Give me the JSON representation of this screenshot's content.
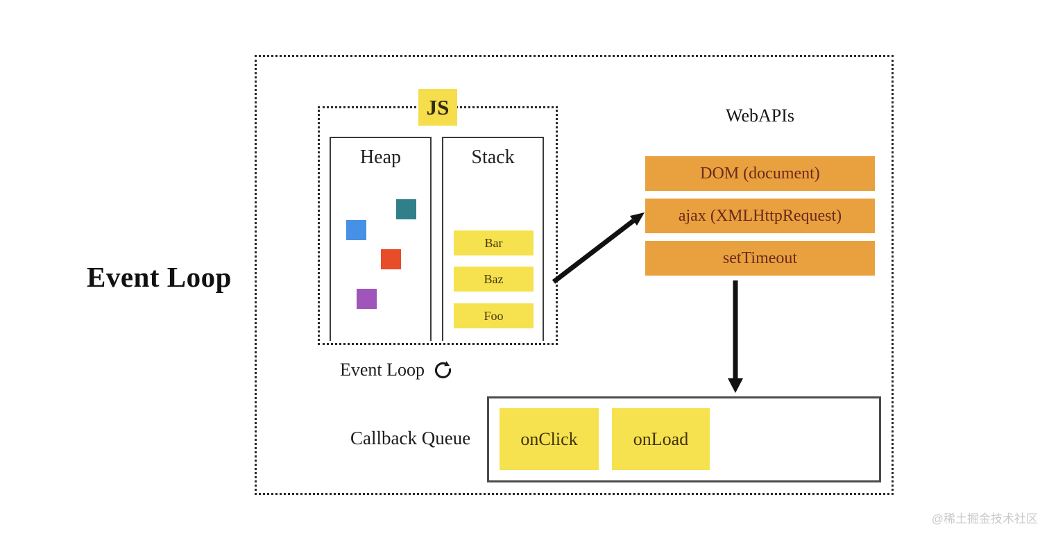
{
  "page": {
    "title": "Event Loop",
    "watermark": "@稀土掘金技术社区"
  },
  "js_runtime": {
    "badge": "JS",
    "heap": {
      "label": "Heap",
      "squares": [
        {
          "name": "teal-square",
          "color": "#317f89"
        },
        {
          "name": "blue-square",
          "color": "#4691e6"
        },
        {
          "name": "red-square",
          "color": "#e64d28"
        },
        {
          "name": "purple-square",
          "color": "#a055ba"
        }
      ]
    },
    "stack": {
      "label": "Stack",
      "frames": [
        "Bar",
        "Baz",
        "Foo"
      ]
    }
  },
  "event_loop_caption": {
    "label": "Event Loop",
    "icon": "clockwise-loop-icon"
  },
  "webapis": {
    "title": "WebAPIs",
    "items": [
      "DOM (document)",
      "ajax (XMLHttpRequest)",
      "setTimeout"
    ]
  },
  "callback_queue": {
    "label": "Callback Queue",
    "items": [
      "onClick",
      "onLoad"
    ]
  },
  "colors": {
    "box_yellow": "#f6e14e",
    "badge_yellow": "#f5dd4b",
    "webapi_orange": "#e8a13e",
    "webapi_text": "#6b2a1e",
    "arrow_black": "#111111"
  }
}
